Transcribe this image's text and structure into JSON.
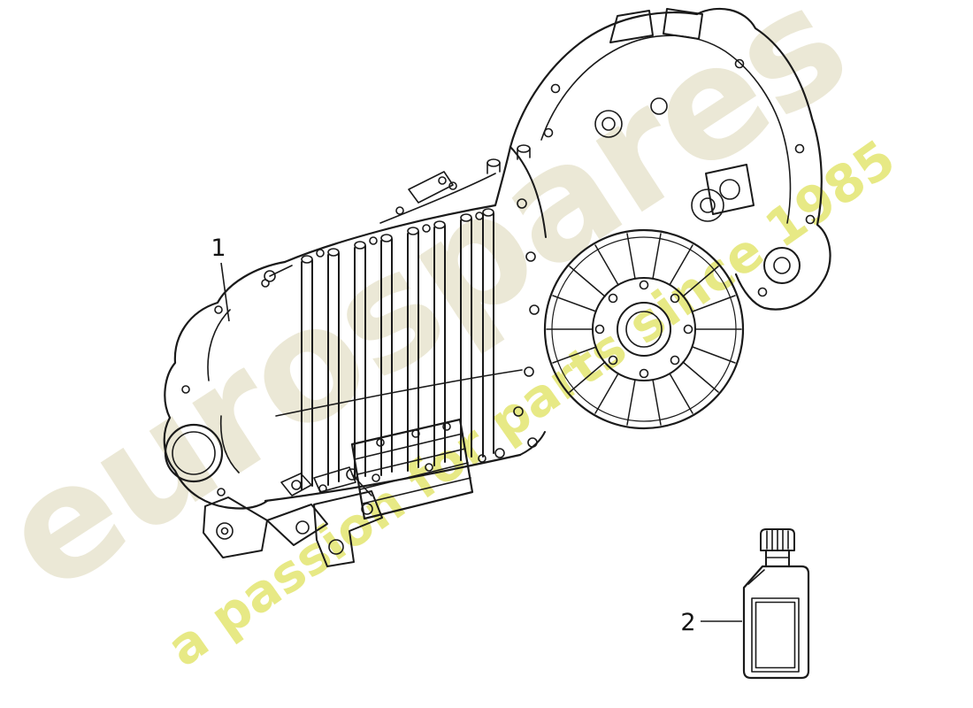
{
  "page": {
    "background": "#ffffff"
  },
  "callouts": [
    {
      "number": "1"
    },
    {
      "number": "2"
    }
  ],
  "watermark": {
    "brand": "eurospares",
    "tagline": "a passion for parts since 1985",
    "brand_color": "#e8e4cf",
    "tagline_color": "#dde052"
  },
  "drawing": {
    "line_color": "#1a1a1a",
    "items": [
      {
        "id": "1",
        "depicts": "gearbox-assembly-line-drawing"
      },
      {
        "id": "2",
        "depicts": "oil-bottle-line-drawing"
      }
    ]
  }
}
